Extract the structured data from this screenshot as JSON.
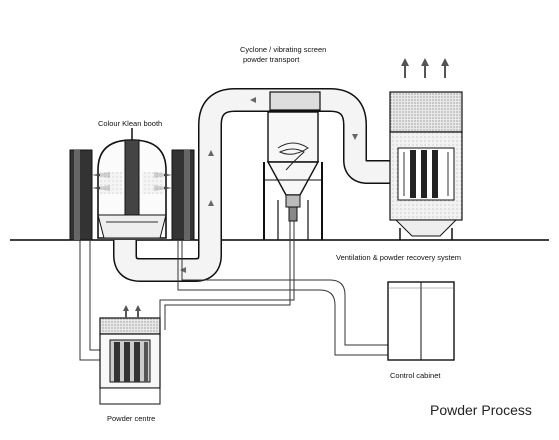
{
  "labels": {
    "cyclone_line1": "Cyclone / vibrating screen",
    "cyclone_line2": "powder transport",
    "booth": "Colour Klean booth",
    "ventilation": "Ventilation & powder recovery system",
    "control_cabinet": "Control cabinet",
    "powder_centre": "Powder centre",
    "title": "Powder Process"
  }
}
